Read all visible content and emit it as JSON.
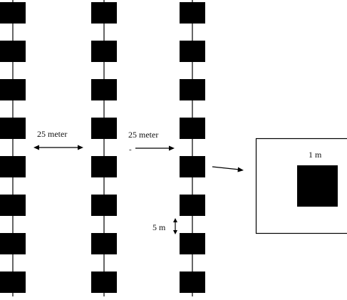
{
  "diagram": {
    "columns": [
      {
        "id": "column-1",
        "plots": 8
      },
      {
        "id": "column-2",
        "plots": 8
      },
      {
        "id": "column-3",
        "plots": 8
      }
    ],
    "labels": {
      "spacing_left": "25 meter",
      "spacing_right": "25 meter",
      "dash_mark": "-",
      "plot_gap": "5 m",
      "plot_size": "1 m"
    },
    "colors": {
      "plot": "#000000",
      "line": "#000000",
      "background": "#ffffff"
    }
  }
}
